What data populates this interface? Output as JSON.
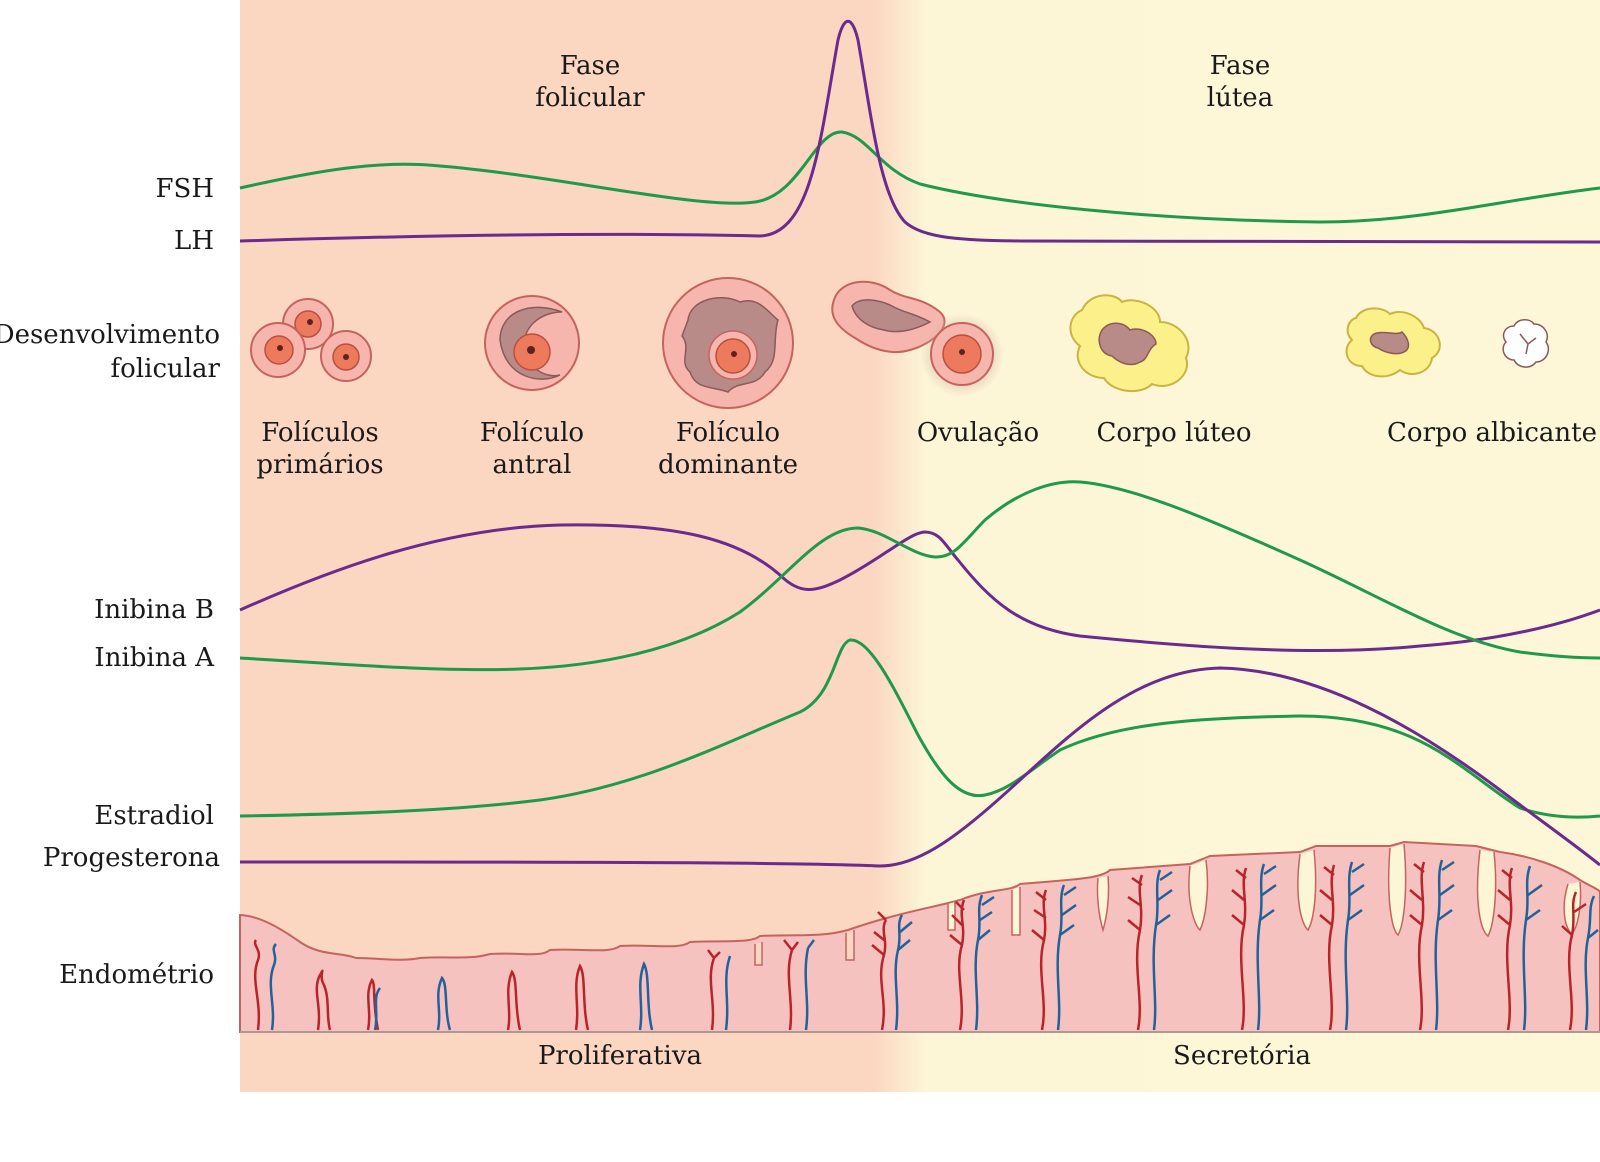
{
  "phases": {
    "follicular": [
      "Fase",
      "folicular"
    ],
    "luteal": [
      "Fase",
      "lútea"
    ]
  },
  "hormone_labels": {
    "fsh": "FSH",
    "lh": "LH",
    "inhibin_b": "Inibina B",
    "inhibin_a": "Inibina A",
    "estradiol": "Estradiol",
    "progesterone": "Progesterona",
    "endometrium": "Endométrio"
  },
  "development": {
    "label": [
      "Desenvolvimento",
      "folicular"
    ],
    "stages": [
      [
        "Folículos",
        "primários"
      ],
      [
        "Folículo",
        "antral"
      ],
      [
        "Folículo",
        "dominante"
      ],
      [
        "Ovulação"
      ],
      [
        "Corpo lúteo"
      ],
      [
        "Corpo albicante"
      ]
    ]
  },
  "endometrium_phases": {
    "proliferative": "Proliferativa",
    "secretory": "Secretória"
  },
  "colors": {
    "follicular_bg": "#fbd8c3",
    "luteal_bg": "#fdf7d8",
    "green_curve": "#1f9a4a",
    "purple_curve": "#6a2a8e",
    "artery": "#b8242a",
    "vein": "#23619a",
    "tissue": "#f6c2c0"
  }
}
